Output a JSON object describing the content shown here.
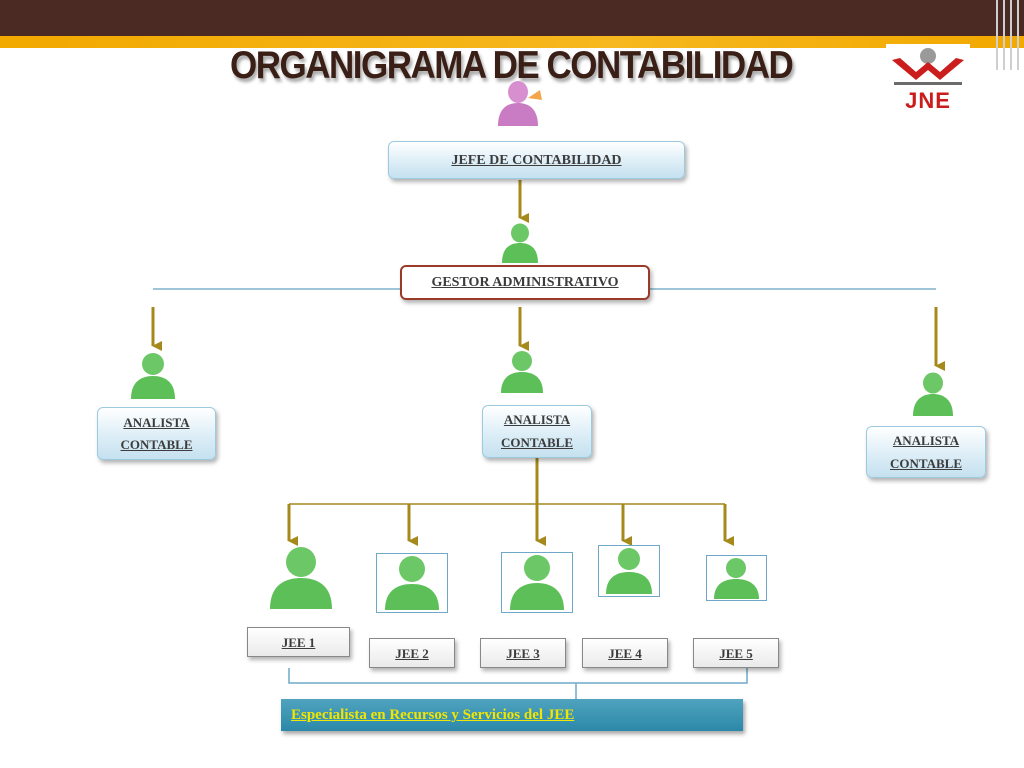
{
  "title": "ORGANIGRAMA DE  CONTABILIDAD",
  "logo": {
    "text": "JNE"
  },
  "colors": {
    "arrow": "#a5891a",
    "hline": "#7fb3cc",
    "person_green": "#5dbf57",
    "person_pink": "#d78fd0",
    "banner_text": "#f2e600"
  },
  "nodes": {
    "jefe": "JEFE DE CONTABILIDAD",
    "gestor": "GESTOR ADMINISTRATIVO",
    "analista_left": {
      "line1": "ANALISTA",
      "line2": "CONTABLE"
    },
    "analista_center": {
      "line1": "ANALISTA",
      "line2": "CONTABLE"
    },
    "analista_right": {
      "line1": "ANALISTA",
      "line2": " CONTABLE"
    },
    "jee": [
      "JEE 1",
      "JEE 2",
      "JEE 3",
      "JEE 4",
      "JEE 5"
    ],
    "especialista": "Especialista en  Recursos  y Servicios del JEE"
  },
  "icons": [
    "user-icon"
  ]
}
